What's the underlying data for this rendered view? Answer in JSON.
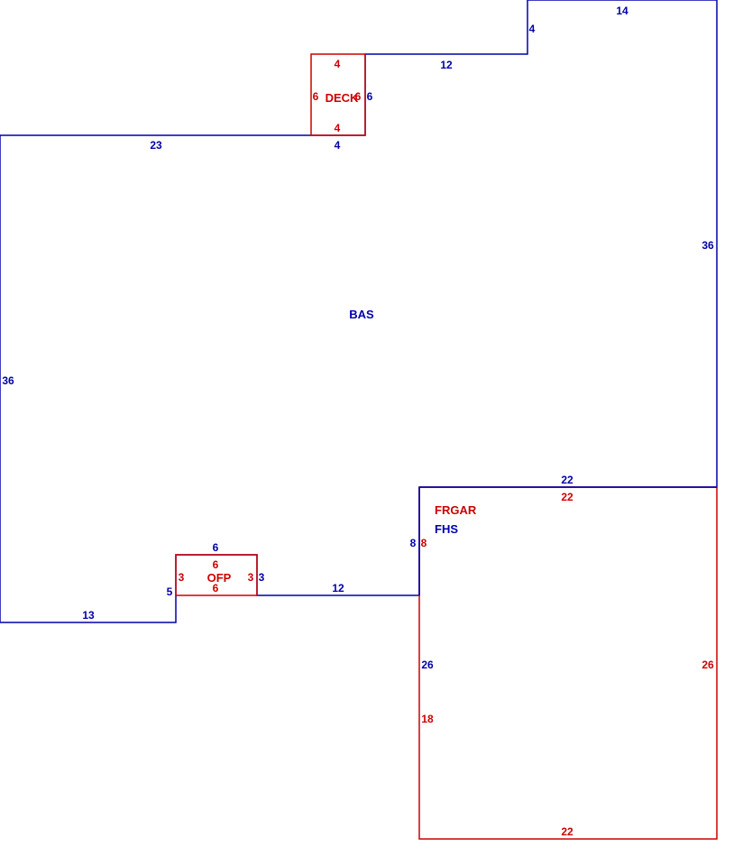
{
  "colors": {
    "main": "#0000aa",
    "secondary": "#cc0000"
  },
  "areas": {
    "bas": "BAS",
    "deck": "DECK",
    "ofp": "OFP",
    "frgar": "FRGAR",
    "fhs": "FHS"
  },
  "dims": {
    "bas_top_right_14": "14",
    "bas_step_4": "4",
    "bas_top_12": "12",
    "bas_right_6": "6",
    "bas_top_left_23": "23",
    "bas_under_deck_4": "4",
    "bas_right_36": "36",
    "bas_left_36": "36",
    "bas_bottom_22": "22",
    "bas_wall_8": "8",
    "bas_bottom_12": "12",
    "bas_ofp_top_6": "6",
    "bas_step_5": "5",
    "bas_bottom_left_13": "13",
    "bas_ofp_right_3": "3",
    "fhs_left_26": "26",
    "deck_top_4": "4",
    "deck_left_6": "6",
    "deck_right_6": "6",
    "deck_bottom_4": "4",
    "ofp_top_6": "6",
    "ofp_left_3": "3",
    "ofp_right_3": "3",
    "ofp_bottom_6": "6",
    "garage_top_22": "22",
    "garage_left_8": "8",
    "garage_right_26": "26",
    "garage_left_18": "18",
    "garage_bottom_22": "22"
  }
}
